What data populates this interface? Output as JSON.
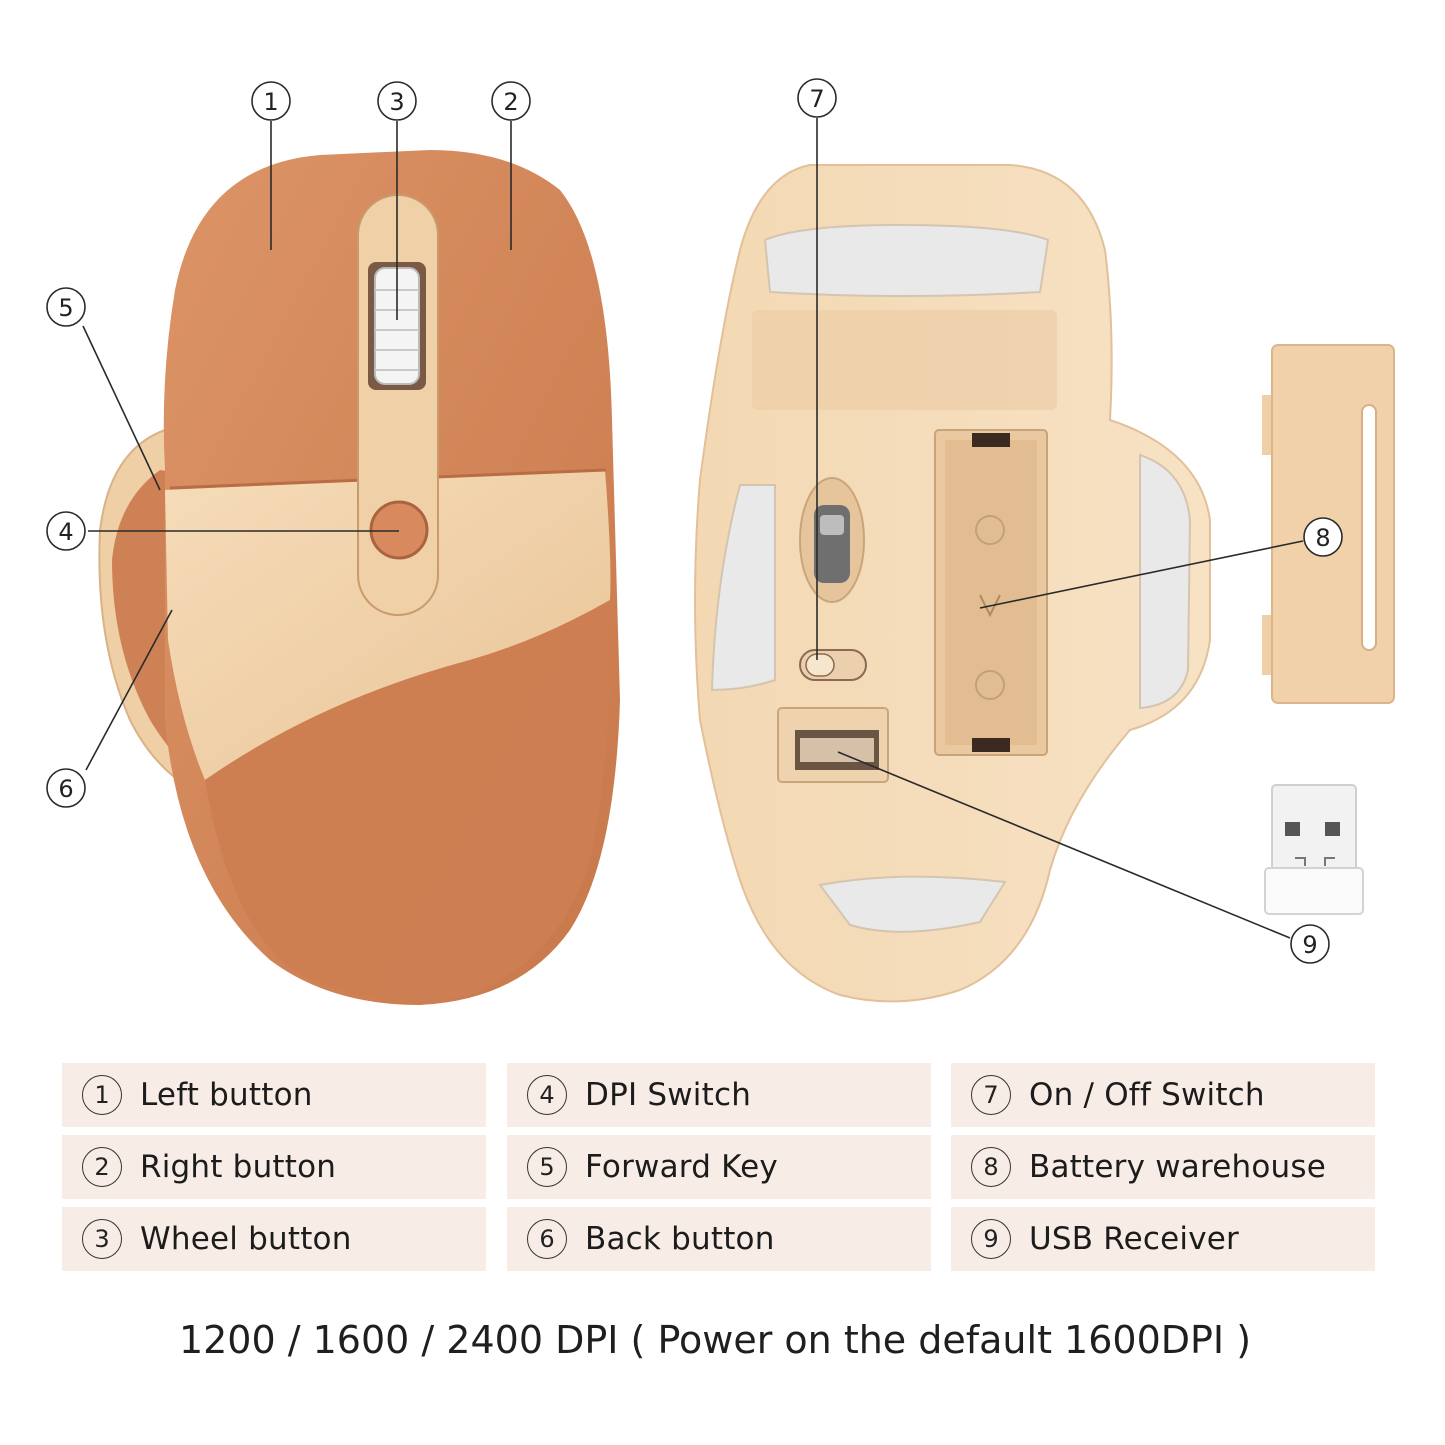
{
  "callout_numbers": {
    "left_button": "1",
    "right_button": "2",
    "wheel_button": "3",
    "dpi_switch": "4",
    "forward_key": "5",
    "back_button": "6",
    "power_switch": "7",
    "battery": "8",
    "usb_receiver": "9"
  },
  "legend": {
    "col1": [
      {
        "num": "1",
        "label": "Left button"
      },
      {
        "num": "2",
        "label": "Right button"
      },
      {
        "num": "3",
        "label": "Wheel button"
      }
    ],
    "col2": [
      {
        "num": "4",
        "label": "DPI Switch"
      },
      {
        "num": "5",
        "label": "Forward Key"
      },
      {
        "num": "6",
        "label": "Back button"
      }
    ],
    "col3": [
      {
        "num": "7",
        "label": "On / Off Switch"
      },
      {
        "num": "8",
        "label": "Battery warehouse"
      },
      {
        "num": "9",
        "label": "USB Receiver"
      }
    ]
  },
  "footer_note": "1200 / 1600 / 2400 DPI ( Power on the default 1600DPI )",
  "colors": {
    "terracotta": "#d48a5d",
    "cream": "#f1d3ac",
    "cream_dark": "#e8c49b",
    "pad_white": "#ececec",
    "legend_bg": "#f8ede6"
  }
}
